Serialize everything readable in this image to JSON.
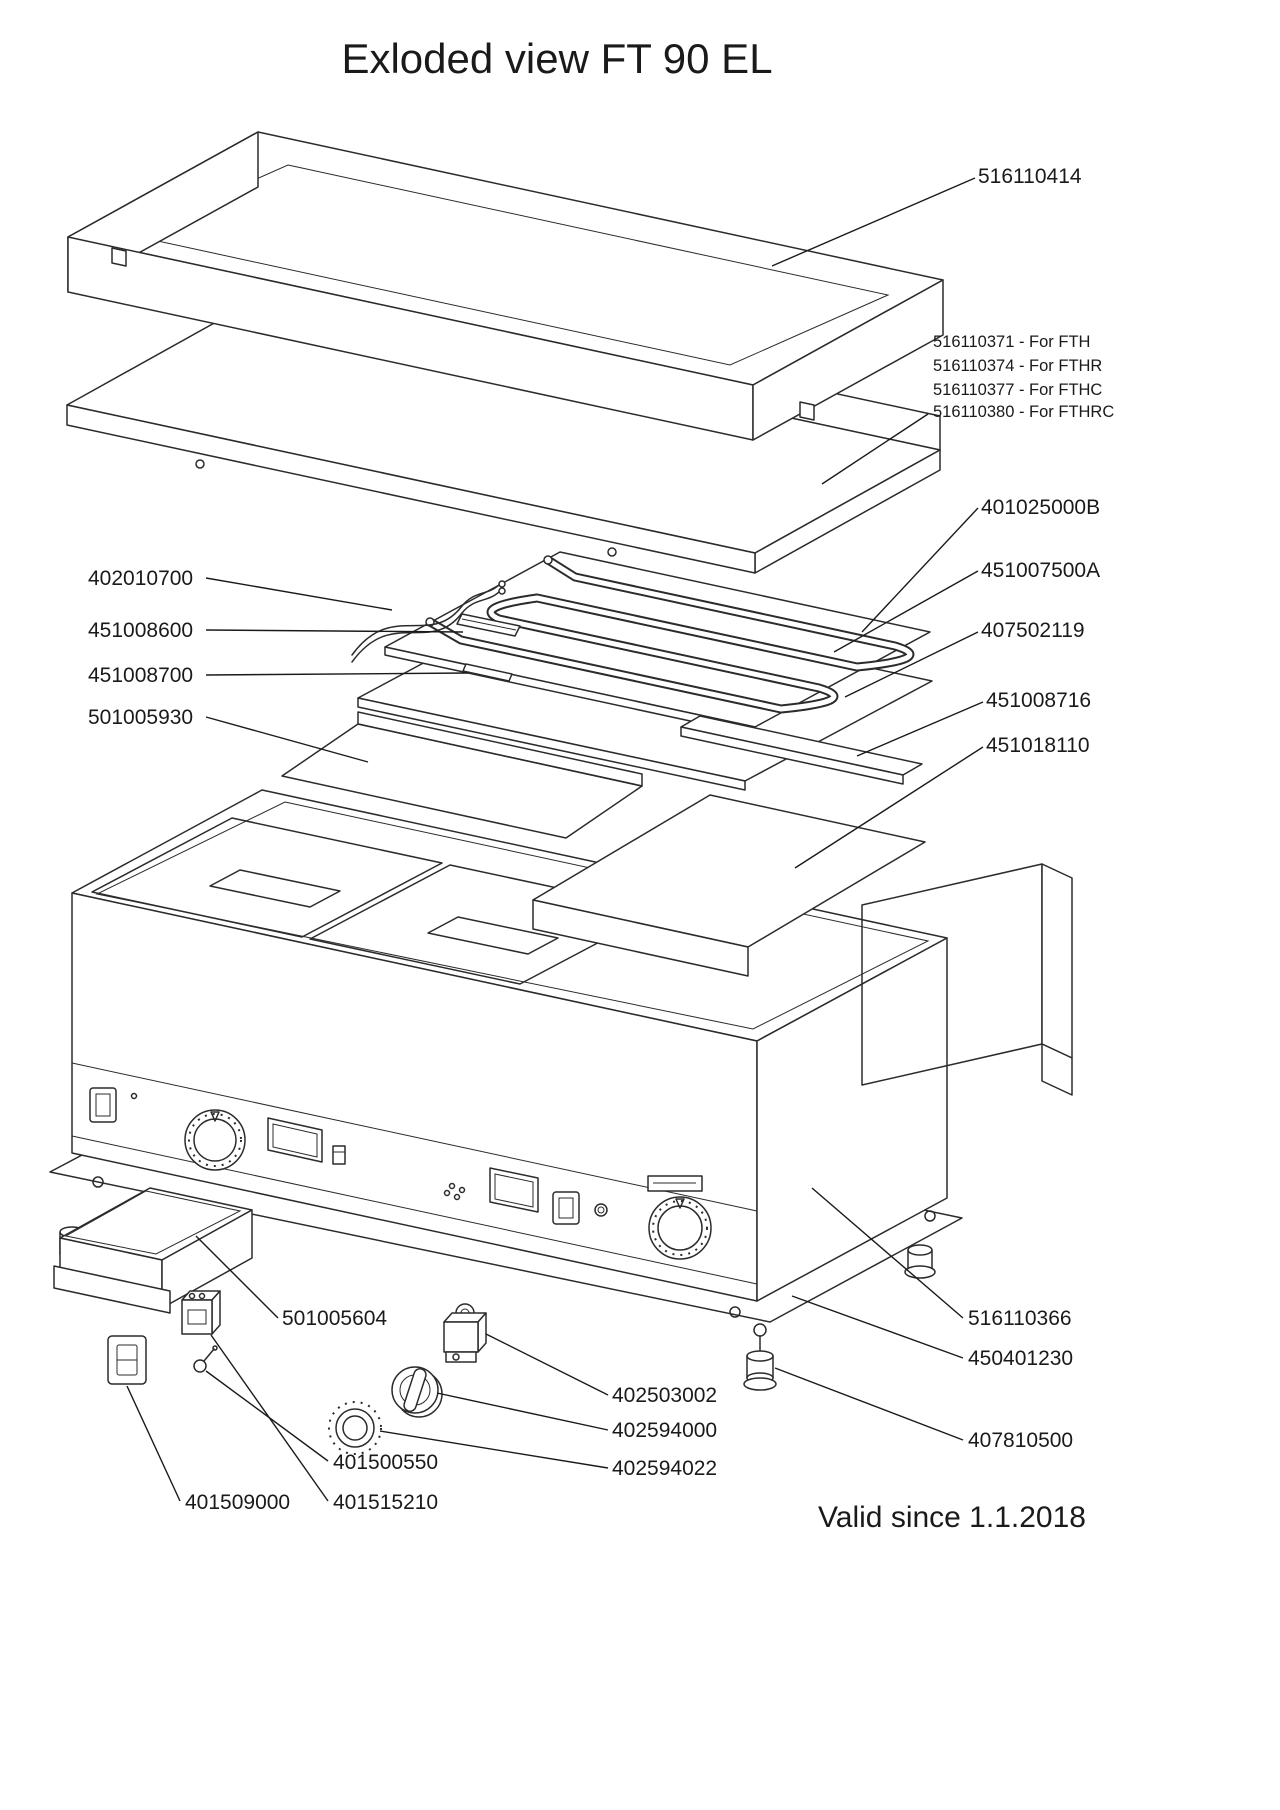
{
  "title": "Exloded view FT 90 EL",
  "validity_note": "Valid since 1.1.2018",
  "ink_color": "#1a1a1a",
  "labels": {
    "516110414": "516110414",
    "516110371": "516110371 - For FTH",
    "516110374": "516110374 - For FTHR",
    "516110377": "516110377 - For FTHC",
    "516110380": "516110380 - For FTHRC",
    "401025000B": "401025000B",
    "451007500A": "451007500A",
    "407502119": "407502119",
    "451008716": "451008716",
    "451018110": "451018110",
    "402010700": "402010700",
    "451008600": "451008600",
    "451008700": "451008700",
    "501005930": "501005930",
    "501005604": "501005604",
    "516110366": "516110366",
    "450401230": "450401230",
    "402503002": "402503002",
    "402594000": "402594000",
    "402594022": "402594022",
    "407810500": "407810500",
    "401500550": "401500550",
    "401509000": "401509000",
    "401515210": "401515210"
  }
}
